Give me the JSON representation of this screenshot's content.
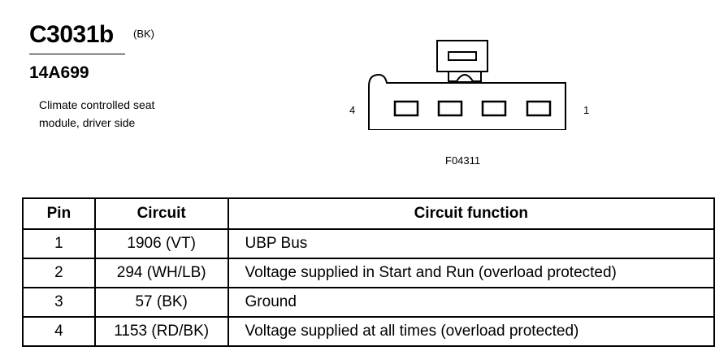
{
  "header": {
    "connector_id": "C3031b",
    "connector_color": "(BK)",
    "part_number": "14A699",
    "description": "Climate controlled seat module, driver side"
  },
  "diagram": {
    "pin_left_label": "4",
    "pin_right_label": "1",
    "figure_code": "F04311"
  },
  "table": {
    "headers": {
      "pin": "Pin",
      "circuit": "Circuit",
      "function": "Circuit function"
    },
    "rows": [
      {
        "pin": "1",
        "circuit": "1906 (VT)",
        "function": "UBP Bus"
      },
      {
        "pin": "2",
        "circuit": "294 (WH/LB)",
        "function": "Voltage supplied in Start and Run (overload protected)"
      },
      {
        "pin": "3",
        "circuit": "57 (BK)",
        "function": "Ground"
      },
      {
        "pin": "4",
        "circuit": "1153 (RD/BK)",
        "function": "Voltage supplied at all times (overload protected)"
      }
    ]
  }
}
